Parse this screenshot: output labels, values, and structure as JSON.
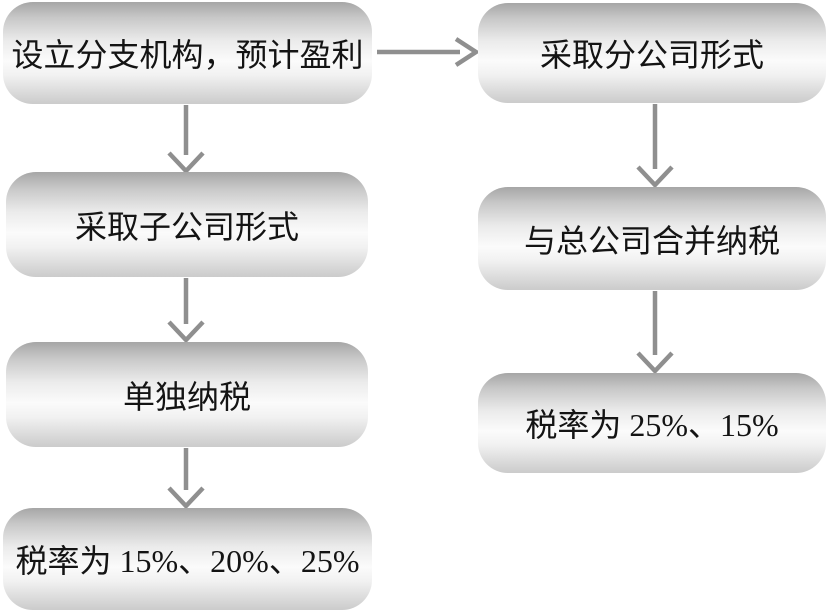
{
  "diagram": {
    "type": "flowchart",
    "title": "",
    "style": {
      "background_color": "#ffffff",
      "node_gradient_top": "#a6a6a6",
      "node_gradient_middle": "#fbfbfb",
      "node_gradient_bottom": "#cbcbcb",
      "node_text_color": "#141414",
      "arrow_color": "#8f8f8f"
    },
    "nodes": [
      {
        "id": "premise",
        "label": "设立分支机构，预计盈利"
      },
      {
        "id": "subsidiary_form",
        "label": "采取子公司形式"
      },
      {
        "id": "separate_tax",
        "label": "单独纳税"
      },
      {
        "id": "subsidiary_rates",
        "label": "税率为 15%、20%、25%"
      },
      {
        "id": "branch_form",
        "label": "采取分公司形式"
      },
      {
        "id": "consolidated_tax",
        "label": "与总公司合并纳税"
      },
      {
        "id": "branch_rates",
        "label": "税率为 25%、15%"
      }
    ],
    "edges": [
      {
        "from": "premise",
        "to": "branch_form",
        "direction": "right"
      },
      {
        "from": "premise",
        "to": "subsidiary_form",
        "direction": "down"
      },
      {
        "from": "subsidiary_form",
        "to": "separate_tax",
        "direction": "down"
      },
      {
        "from": "separate_tax",
        "to": "subsidiary_rates",
        "direction": "down"
      },
      {
        "from": "branch_form",
        "to": "consolidated_tax",
        "direction": "down"
      },
      {
        "from": "consolidated_tax",
        "to": "branch_rates",
        "direction": "down"
      }
    ]
  }
}
